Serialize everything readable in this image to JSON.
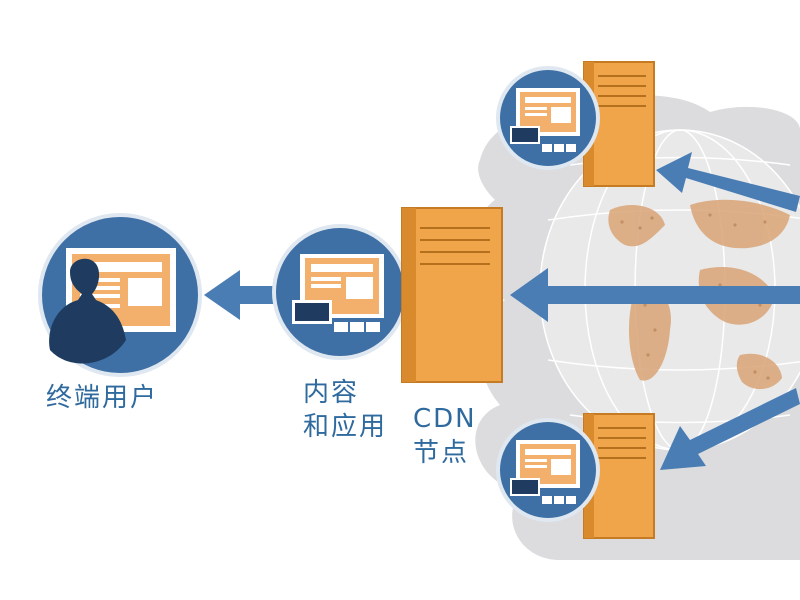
{
  "diagram": {
    "end_user_label": "终端用户",
    "content_line1": "内容",
    "content_line2": "和应用",
    "cdn_line1": "CDN",
    "cdn_line2": "节点"
  },
  "colors": {
    "primary_blue": "#3e6fa5",
    "arrow_blue": "#4a7db4",
    "server_orange": "#f0a54a",
    "server_dark": "#d98a2c",
    "window_orange": "#f5b36a",
    "cloud_gray": "#d7d7d9"
  }
}
